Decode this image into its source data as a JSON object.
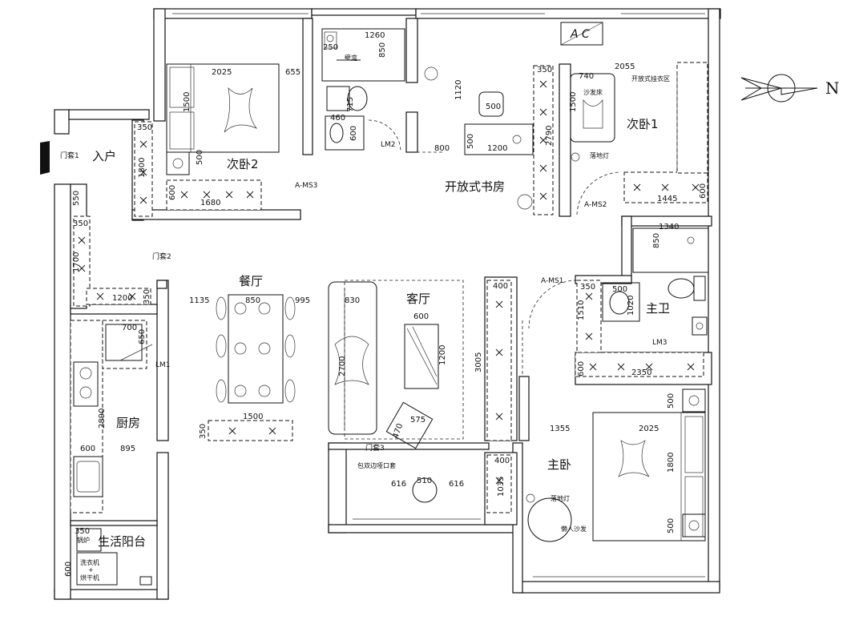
{
  "rooms": {
    "entrance": "入户",
    "bedroom2": "次卧2",
    "study": "开放式书房",
    "bedroom1": "次卧1",
    "dining": "餐厅",
    "living": "客厅",
    "master_bath": "主卫",
    "kitchen": "厨房",
    "master_bedroom": "主卧",
    "utility_balcony": "生活阳台"
  },
  "labels": {
    "door1": "门套1",
    "door2": "门套2",
    "door3": "门套3",
    "a_ms1": "A-MS1",
    "a_ms2": "A-MS2",
    "a_ms3": "A-MS3",
    "lm1": "LM1",
    "lm2": "LM2",
    "lm3": "LM3",
    "ac": "A C",
    "north": "N",
    "niche": "壁龛",
    "sofa_bed": "沙发床",
    "open_wardrobe": "开放式挂衣区",
    "floor_lamp_1": "落地灯",
    "floor_lamp_2": "落地灯",
    "lazy_sofa": "懒人沙发",
    "wrap_trim": "包双边哑口套",
    "boiler": "锅炉",
    "washer_line1": "洗衣机",
    "washer_line2": "+",
    "washer_line3": "烘干机"
  },
  "dims": {
    "d1260": "1260",
    "d850a": "850",
    "d250": "250",
    "d2025a": "2025",
    "d655": "655",
    "d1500a": "1500",
    "d500a": "500",
    "d350a": "350",
    "d1800a": "1800",
    "d600a": "600",
    "d1680": "1680",
    "d715": "715",
    "d460": "460",
    "d600b": "600",
    "d1120": "1120",
    "d500b": "500",
    "d800": "800",
    "d500c": "500",
    "d1200a": "1200",
    "d350b": "350",
    "d2790": "2790",
    "d2055": "2055",
    "d740": "740",
    "d1500b": "1500",
    "d1445": "1445",
    "d600c": "600",
    "d550": "550",
    "d350c": "350",
    "d1700": "1700",
    "d1200b": "1200",
    "d350d": "350",
    "d1135": "1135",
    "d850b": "850",
    "d995": "995",
    "d830": "830",
    "d600d": "600",
    "d2700": "2700",
    "d1200c": "1200",
    "d400a": "400",
    "d3005": "3005",
    "d1340": "1340",
    "d850c": "850",
    "d350e": "350",
    "d500d": "500",
    "d1510": "1510",
    "d1020": "1020",
    "d600e": "600",
    "d2350": "2350",
    "d700": "700",
    "d650": "650",
    "d2890": "2890",
    "d600f": "600",
    "d895": "895",
    "d1500c": "1500",
    "d350f": "350",
    "d575": "575",
    "d470": "470",
    "d510": "510",
    "d616a": "616",
    "d616b": "616",
    "d400b": "400",
    "d1035": "1035",
    "d1355": "1355",
    "d2025b": "2025",
    "d1800b": "1800",
    "d500e": "500",
    "d500f": "500",
    "d350g": "350",
    "d600g": "600"
  }
}
